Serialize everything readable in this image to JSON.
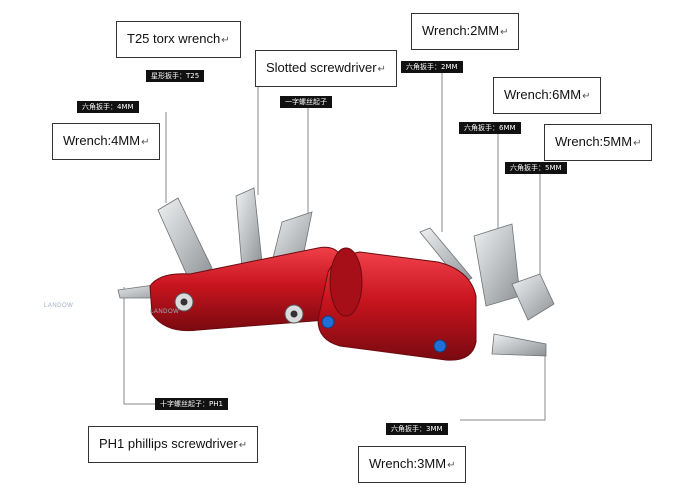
{
  "labels": {
    "t25": "T25 torx wrench",
    "slotted": "Slotted screwdriver",
    "wrench2": "Wrench:2MM",
    "wrench6": "Wrench:6MM",
    "wrench4": "Wrench:4MM",
    "wrench5": "Wrench:5MM",
    "ph1": "PH1 phillips screwdriver",
    "wrench3": "Wrench:3MM"
  },
  "tags": {
    "t25": "星形扳手：T25",
    "slotted": "一字螺丝起子",
    "wrench2": "六角扳手：2MM",
    "wrench4": "六角扳手：4MM",
    "wrench6": "六角扳手：6MM",
    "wrench5": "六角扳手：5MM",
    "ph1": "十字螺丝起子：PH1",
    "wrench3": "六角扳手：3MM"
  },
  "watermark": "LANDOW",
  "colors": {
    "body": "#c8141e",
    "metal": "#c9cbcd"
  }
}
